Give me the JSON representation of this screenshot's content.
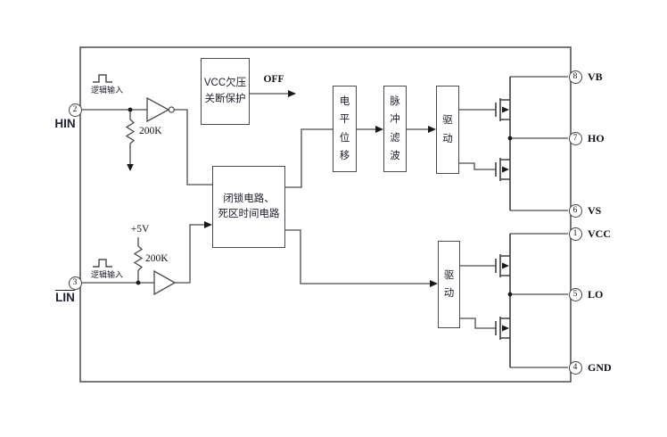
{
  "pins": {
    "left": [
      {
        "number": "2",
        "label": "HIN"
      },
      {
        "number": "3",
        "label": "LIN"
      }
    ],
    "right": [
      {
        "number": "8",
        "label": "VB"
      },
      {
        "number": "7",
        "label": "HO"
      },
      {
        "number": "6",
        "label": "VS"
      },
      {
        "number": "1",
        "label": "VCC"
      },
      {
        "number": "5",
        "label": "LO"
      },
      {
        "number": "4",
        "label": "GND"
      }
    ]
  },
  "blocks": {
    "uvlo_line1": "VCC欠压",
    "uvlo_line2": "关断保护",
    "level_shift": "电平位移",
    "pulse_filter": "脉冲滤波",
    "driver_high": "驱动",
    "driver_low": "驱动",
    "latch_line1": "闭锁电路、",
    "latch_line2": "死区时间电路"
  },
  "labels": {
    "off_signal": "OFF",
    "logic_input_hin": "逻辑输入",
    "logic_input_lin": "逻辑输入",
    "pullup_supply": "+5V",
    "resistor_hin": "200K",
    "resistor_lin": "200K"
  },
  "colors": {
    "wire": "#4a4a4a",
    "text": "#1c1c2e",
    "background": "#ffffff"
  }
}
